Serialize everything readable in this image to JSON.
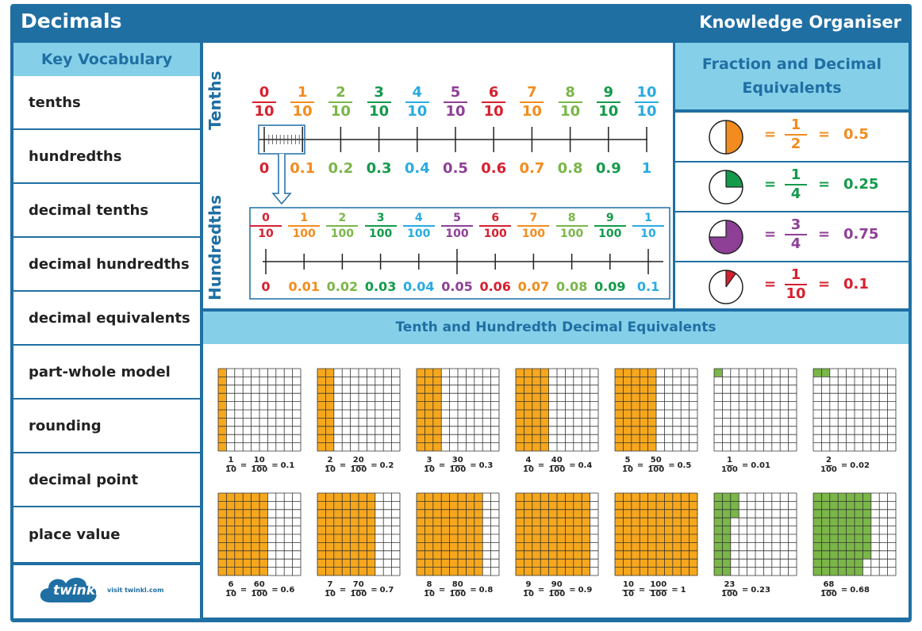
{
  "header": {
    "title": "Decimals",
    "subtitle": "Knowledge Organiser"
  },
  "vocab": {
    "heading": "Key Vocabulary",
    "items": [
      "tenths",
      "hundredths",
      "decimal tenths",
      "decimal hundredths",
      "decimal equivalents",
      "part-whole model",
      "rounding",
      "decimal point",
      "place value"
    ],
    "logo_text": "twinkl",
    "logo_url": "visit twinkl.com"
  },
  "numberline": {
    "tenths_label": "Tenths",
    "hundredths_label": "Hundredths",
    "tenths_fracs": [
      [
        "0",
        "10"
      ],
      [
        "1",
        "10"
      ],
      [
        "2",
        "10"
      ],
      [
        "3",
        "10"
      ],
      [
        "4",
        "10"
      ],
      [
        "5",
        "10"
      ],
      [
        "6",
        "10"
      ],
      [
        "7",
        "10"
      ],
      [
        "8",
        "10"
      ],
      [
        "9",
        "10"
      ],
      [
        "10",
        "10"
      ]
    ],
    "tenths_decs": [
      "0",
      "0.1",
      "0.2",
      "0.3",
      "0.4",
      "0.5",
      "0.6",
      "0.7",
      "0.8",
      "0.9",
      "1"
    ],
    "hund_fracs": [
      [
        "0",
        "10"
      ],
      [
        "1",
        "100"
      ],
      [
        "2",
        "100"
      ],
      [
        "3",
        "100"
      ],
      [
        "4",
        "100"
      ],
      [
        "5",
        "100"
      ],
      [
        "6",
        "100"
      ],
      [
        "7",
        "100"
      ],
      [
        "8",
        "100"
      ],
      [
        "9",
        "100"
      ],
      [
        "1",
        "10"
      ]
    ],
    "hund_decs": [
      "0",
      "0.01",
      "0.02",
      "0.03",
      "0.04",
      "0.05",
      "0.06",
      "0.07",
      "0.08",
      "0.09",
      "0.1"
    ],
    "colors": [
      "#d6202f",
      "#f28c1e",
      "#7ab648",
      "#139a4a",
      "#29abe2",
      "#8e3f96",
      "#d6202f",
      "#f28c1e",
      "#7ab648",
      "#139a4a",
      "#29abe2"
    ]
  },
  "fraction_equivalents": {
    "heading": "Fraction and Decimal Equivalents",
    "rows": [
      {
        "num": "1",
        "den": "2",
        "decimal": "0.5",
        "color": "#f28c1e",
        "fill": 0.5
      },
      {
        "num": "1",
        "den": "4",
        "decimal": "0.25",
        "color": "#139a4a",
        "fill": 0.25
      },
      {
        "num": "3",
        "den": "4",
        "decimal": "0.75",
        "color": "#8e3f96",
        "fill": 0.75
      },
      {
        "num": "1",
        "den": "10",
        "decimal": "0.1",
        "color": "#d6202f",
        "fill": 0.1
      }
    ]
  },
  "grids": {
    "heading": "Tenth and Hundredth Decimal Equivalents",
    "items": [
      {
        "kind": "tenths",
        "filled": 10,
        "color": "#f6a71c",
        "caption": [
          [
            "1",
            "10"
          ],
          [
            "10",
            "100"
          ]
        ],
        "decimal": "0.1"
      },
      {
        "kind": "tenths",
        "filled": 20,
        "color": "#f6a71c",
        "caption": [
          [
            "2",
            "10"
          ],
          [
            "20",
            "100"
          ]
        ],
        "decimal": "0.2"
      },
      {
        "kind": "tenths",
        "filled": 30,
        "color": "#f6a71c",
        "caption": [
          [
            "3",
            "10"
          ],
          [
            "30",
            "100"
          ]
        ],
        "decimal": "0.3"
      },
      {
        "kind": "tenths",
        "filled": 40,
        "color": "#f6a71c",
        "caption": [
          [
            "4",
            "10"
          ],
          [
            "40",
            "100"
          ]
        ],
        "decimal": "0.4"
      },
      {
        "kind": "tenths",
        "filled": 50,
        "color": "#f6a71c",
        "caption": [
          [
            "5",
            "10"
          ],
          [
            "50",
            "100"
          ]
        ],
        "decimal": "0.5"
      },
      {
        "kind": "hundredths",
        "filled": 1,
        "color": "#7ab648",
        "caption": [
          [
            "1",
            "100"
          ]
        ],
        "decimal": "0.01"
      },
      {
        "kind": "hundredths",
        "filled": 2,
        "color": "#7ab648",
        "caption": [
          [
            "2",
            "100"
          ]
        ],
        "decimal": "0.02"
      },
      {
        "kind": "tenths",
        "filled": 60,
        "color": "#f6a71c",
        "caption": [
          [
            "6",
            "10"
          ],
          [
            "60",
            "100"
          ]
        ],
        "decimal": "0.6"
      },
      {
        "kind": "tenths",
        "filled": 70,
        "color": "#f6a71c",
        "caption": [
          [
            "7",
            "10"
          ],
          [
            "70",
            "100"
          ]
        ],
        "decimal": "0.7"
      },
      {
        "kind": "tenths",
        "filled": 80,
        "color": "#f6a71c",
        "caption": [
          [
            "8",
            "10"
          ],
          [
            "80",
            "100"
          ]
        ],
        "decimal": "0.8"
      },
      {
        "kind": "tenths",
        "filled": 90,
        "color": "#f6a71c",
        "caption": [
          [
            "9",
            "10"
          ],
          [
            "90",
            "100"
          ]
        ],
        "decimal": "0.9"
      },
      {
        "kind": "tenths",
        "filled": 100,
        "color": "#f6a71c",
        "caption": [
          [
            "10",
            "10"
          ],
          [
            "100",
            "100"
          ]
        ],
        "decimal": "1"
      },
      {
        "kind": "hundredths",
        "filled": 23,
        "color": "#7ab648",
        "caption": [
          [
            "23",
            "100"
          ]
        ],
        "decimal": "0.23"
      },
      {
        "kind": "hundredths",
        "filled": 68,
        "color": "#7ab648",
        "caption": [
          [
            "68",
            "100"
          ]
        ],
        "decimal": "0.68"
      }
    ]
  }
}
